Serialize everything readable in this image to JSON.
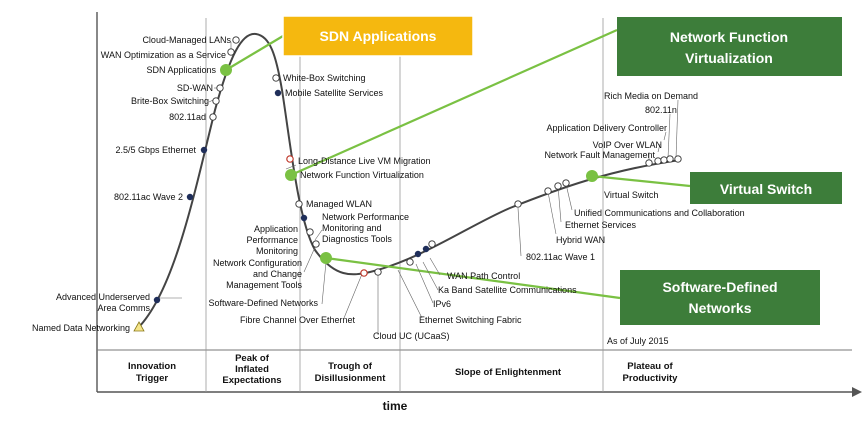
{
  "callouts": {
    "sdn_applications": "SDN Applications",
    "nfv_line1": "Network Function",
    "nfv_line2": "Virtualization",
    "virtual_switch": "Virtual Switch",
    "sdnet_line1": "Software-Defined",
    "sdnet_line2": "Networks"
  },
  "technologies": {
    "cloud_managed_lans": "Cloud-Managed LANs",
    "wan_optimization": "WAN Optimization as a Service",
    "sdn_applications": "SDN Applications",
    "sd_wan": "SD-WAN",
    "brite_box": "Brite-Box Switching",
    "wifi_80211ad": "802.11ad",
    "ethernet_25": "2.5/5 Gbps Ethernet",
    "wave2": "802.11ac Wave 2",
    "advanced_underserved_1": "Advanced Underserved",
    "advanced_underserved_2": "Area Comms",
    "named_data": "Named Data Networking",
    "white_box": "White-Box Switching",
    "mobile_satellite": "Mobile Satellite Services",
    "long_distance_vm": "Long-Distance Live VM Migration",
    "nfv": "Network Function Virtualization",
    "managed_wlan": "Managed WLAN",
    "npmdt_1": "Network Performance",
    "npmdt_2": "Monitoring and",
    "npmdt_3": "Diagnostics Tools",
    "apm_1": "Application",
    "apm_2": "Performance",
    "apm_3": "Monitoring",
    "nccm_1": "Network Configuration",
    "nccm_2": "and Change",
    "nccm_3": "Management Tools",
    "sdn": "Software-Defined Networks",
    "fcoe": "Fibre Channel Over Ethernet",
    "cloud_uc": "Cloud UC (UCaaS)",
    "ethernet_switching": "Ethernet Switching Fabric",
    "ipv6": "IPv6",
    "ka_band": "Ka Band Satellite Communications",
    "wan_path": "WAN Path Control",
    "wave1": "802.11ac Wave 1",
    "hybrid_wan": "Hybrid WAN",
    "ethernet_services": "Ethernet Services",
    "ucc": "Unified Communications and Collaboration",
    "virtual_switch": "Virtual Switch",
    "fault_mgmt": "Network Fault Management",
    "voip_wlan": "VoIP Over WLAN",
    "adc": "Application Delivery Controller",
    "wifi_80211n": "802.11n",
    "rich_media": "Rich Media on Demand"
  },
  "note": "As of July 2015",
  "phases": {
    "innovation_1": "Innovation",
    "innovation_2": "Trigger",
    "peak_1": "Peak of",
    "peak_2": "Inflated",
    "peak_3": "Expectations",
    "trough_1": "Trough of",
    "trough_2": "Disillusionment",
    "slope": "Slope of Enlightenment",
    "plateau_1": "Plateau of",
    "plateau_2": "Productivity"
  },
  "x_axis_label": "time",
  "colors": {
    "callout_green": "#3d7d3a",
    "callout_gold": "#f5b80f",
    "point_green": "#7ac143",
    "line_green": "#7ac143",
    "curve": "#444444"
  }
}
